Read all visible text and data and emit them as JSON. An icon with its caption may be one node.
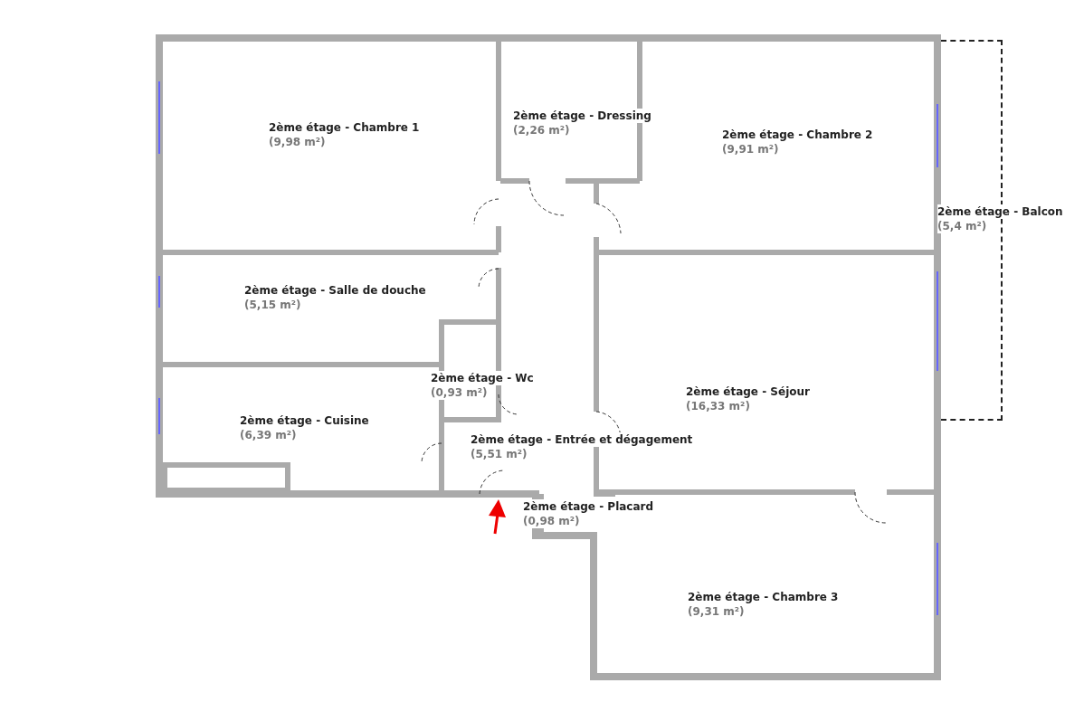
{
  "diagram": {
    "nodes": [
      {
        "text": [
          "2ème étage - Chambre 1",
          "(9,98 m²)"
        ]
      },
      {
        "text": [
          "2ème étage - Dressing",
          "(2,26 m²)"
        ]
      },
      {
        "text": [
          "2ème étage - Chambre 2",
          "(9,91 m²)"
        ]
      },
      {
        "text": [
          "2ème étage - Balcon",
          "(5,4 m²)"
        ]
      },
      {
        "text": [
          "2ème étage - Salle de douche",
          "(5,15 m²)"
        ]
      },
      {
        "text": [
          "2ème étage - Wc",
          "(0,93 m²)"
        ]
      },
      {
        "text": [
          "2ème étage - Séjour",
          "(16,33 m²)"
        ]
      },
      {
        "text": [
          "2ème étage - Cuisine",
          "(6,39 m²)"
        ]
      },
      {
        "text": [
          "2ème étage - Entrée et dégagement",
          "(5,51 m²)"
        ]
      },
      {
        "text": [
          "2ème étage - Placard",
          "(0,98 m²)"
        ]
      },
      {
        "text": [
          "2ème étage - Chambre 3",
          "(9,31 m²)"
        ]
      }
    ],
    "edges": []
  }
}
